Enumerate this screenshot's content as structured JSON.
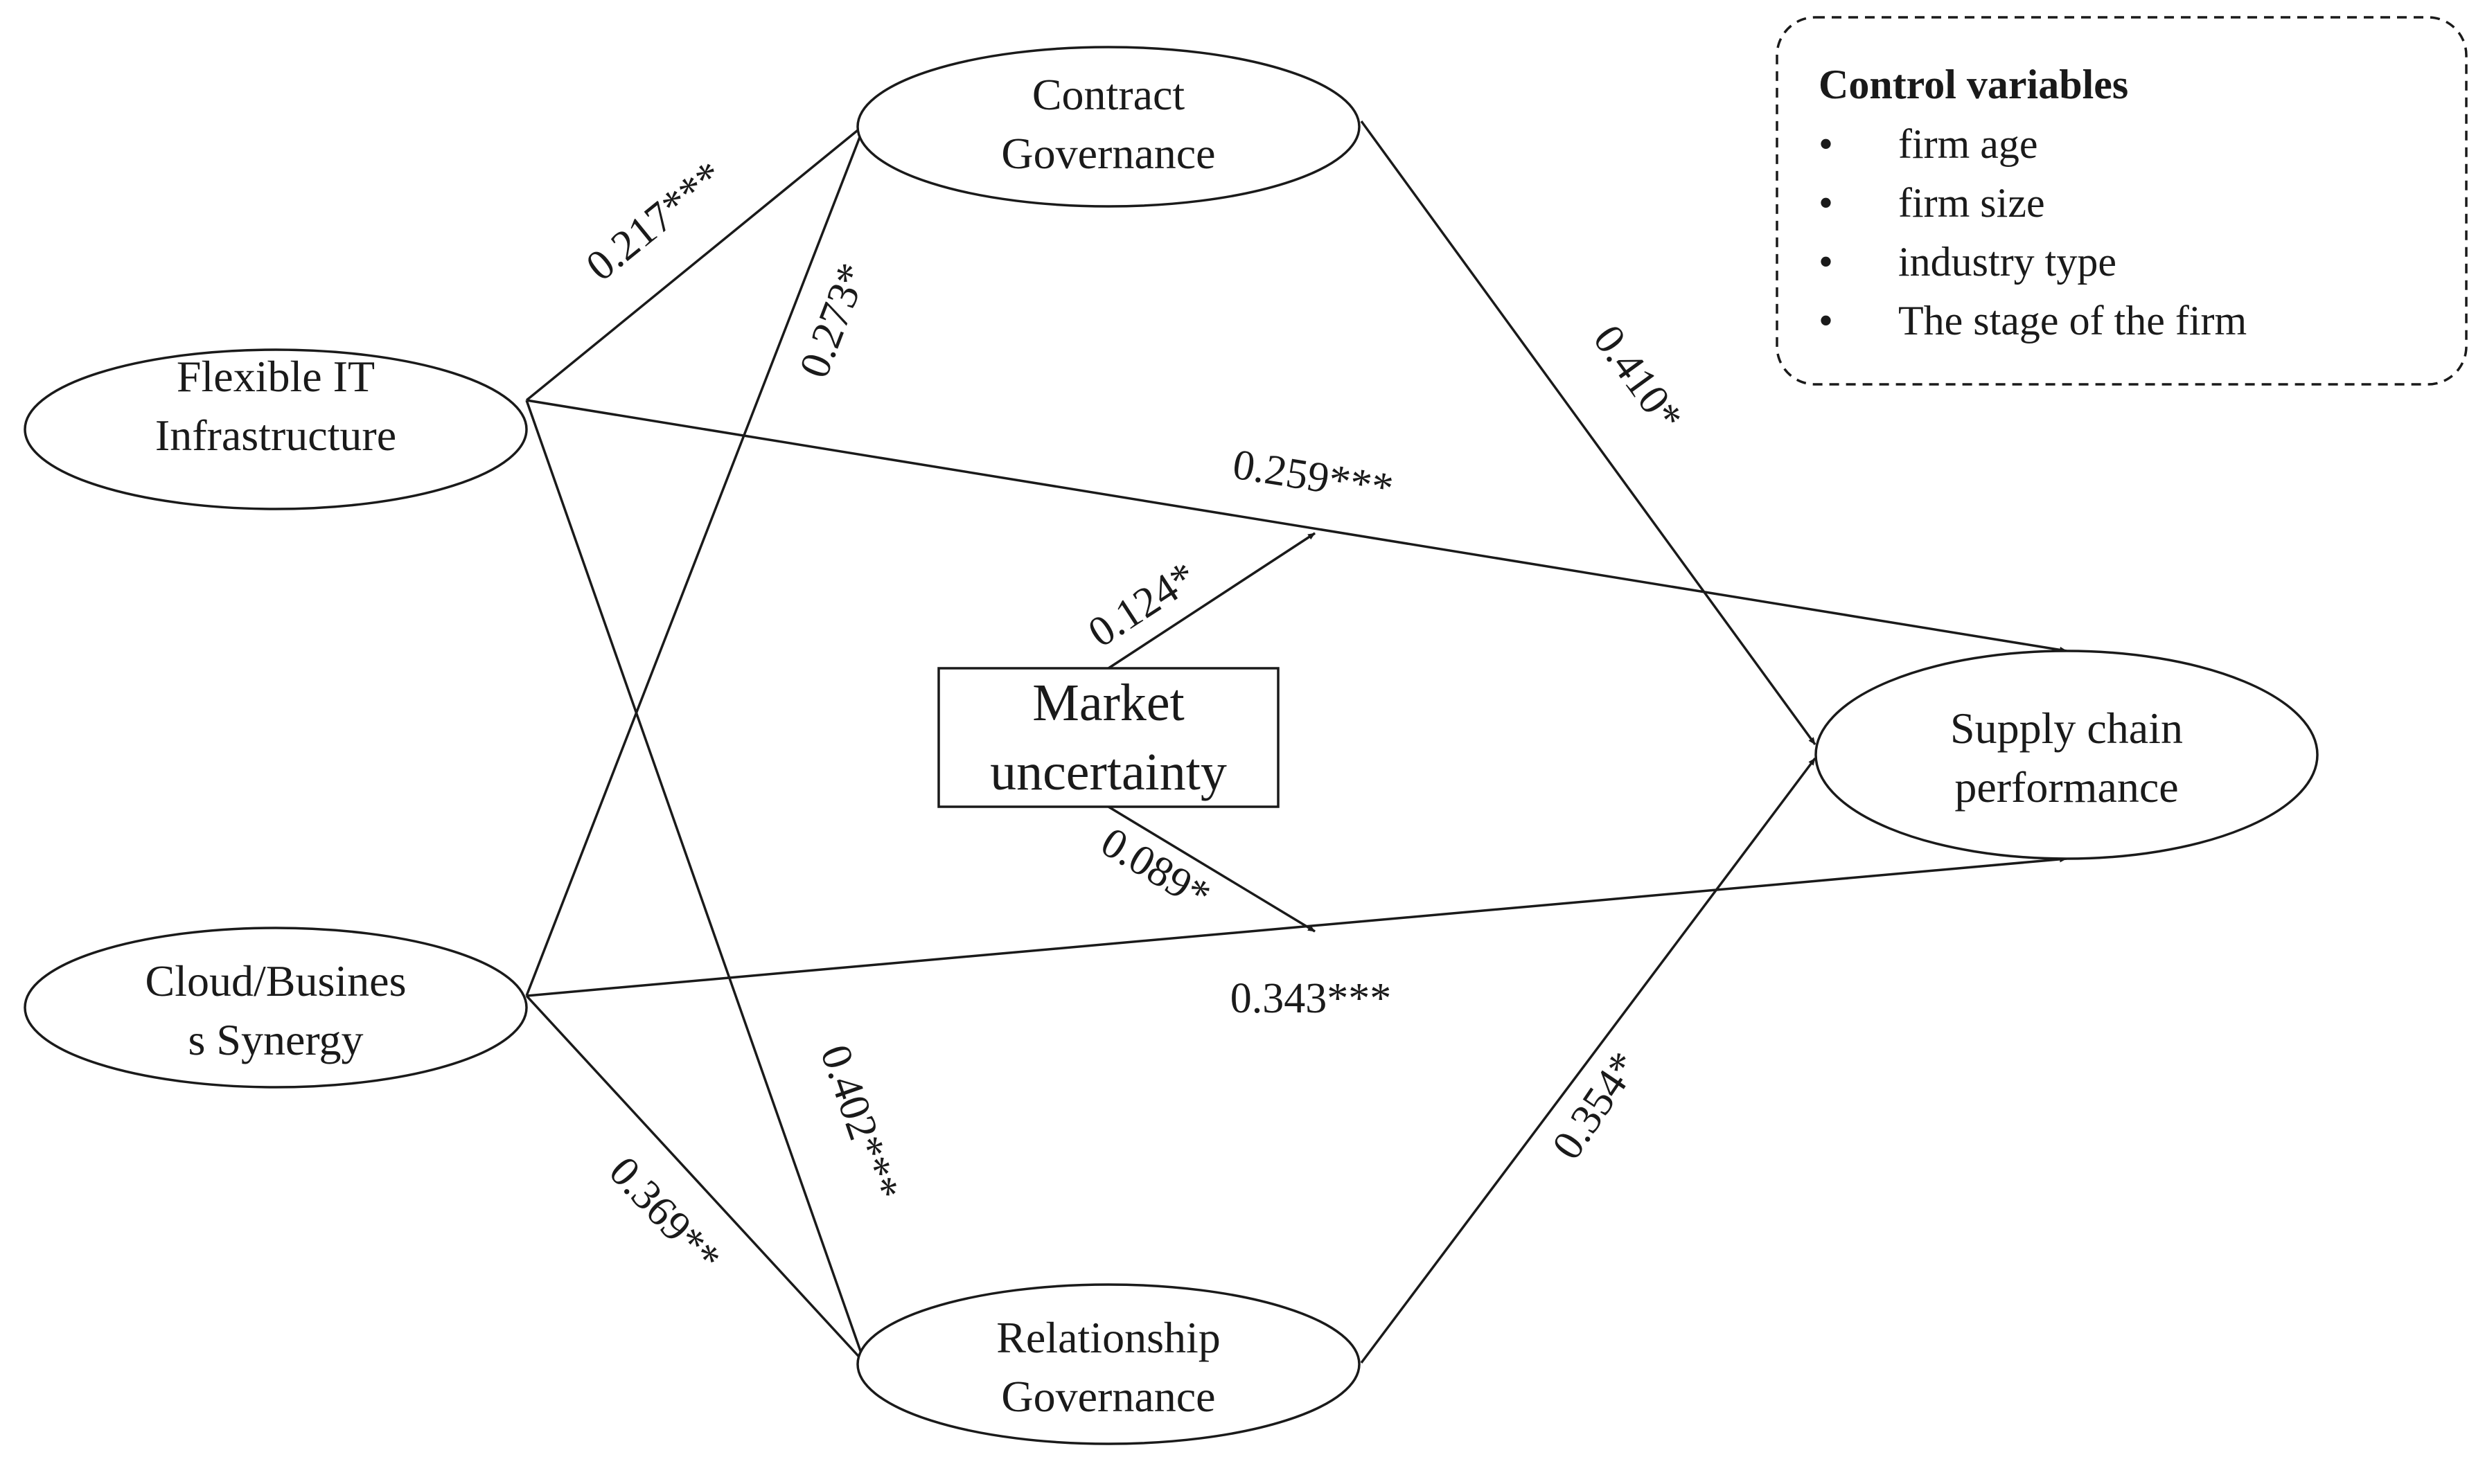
{
  "nodes": {
    "flexible_it": {
      "lines": [
        "Flexible IT",
        "Infrastructure"
      ]
    },
    "cloud_business": {
      "lines": [
        "Cloud/Busines",
        "s Synergy"
      ]
    },
    "contract": {
      "lines": [
        "Contract",
        "Governance"
      ]
    },
    "relationship": {
      "lines": [
        "Relationship",
        "Governance"
      ]
    },
    "supply_chain": {
      "lines": [
        "Supply chain",
        "performance"
      ]
    },
    "market": {
      "lines": [
        "Market",
        "uncertainty"
      ]
    }
  },
  "coefficients": {
    "flexible_to_contract": "0.217***",
    "cloud_to_contract": "0.273*",
    "contract_to_supply": "0.410*",
    "flexible_to_supply": "0.259***",
    "market_moderation_upper": "0.124*",
    "market_moderation_lower": "0.089*",
    "cloud_to_supply": "0.343***",
    "flexible_to_relationship": "0.402***",
    "cloud_to_relationship": "0.369**",
    "relationship_to_supply": "0.354*"
  },
  "controls": {
    "title": "Control variables",
    "bullet": "•",
    "items": [
      "firm age",
      "firm size",
      "industry type",
      "The stage of the firm"
    ]
  },
  "colors": {
    "stroke": "#1a1a1a",
    "background": "#ffffff"
  }
}
